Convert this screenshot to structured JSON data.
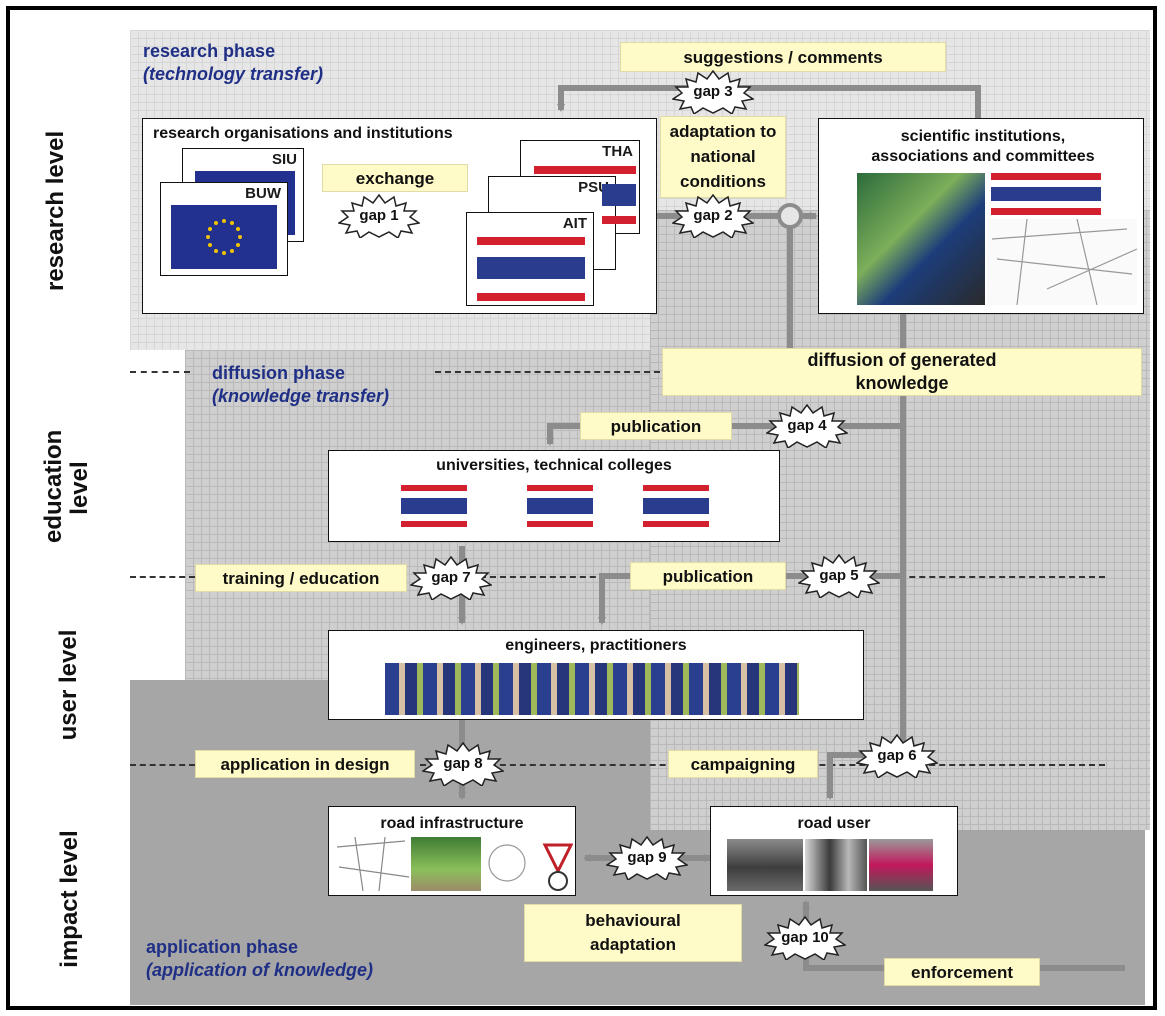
{
  "levels": {
    "research": "research level",
    "education": "education level",
    "user": "user level",
    "impact": "impact level"
  },
  "phases": {
    "research": {
      "title": "research phase",
      "subtitle": "(technology transfer)"
    },
    "diffusion": {
      "title": "diffusion phase",
      "subtitle": "(knowledge transfer)"
    },
    "application": {
      "title": "application phase",
      "subtitle": "(application of knowledge)"
    }
  },
  "boxes": {
    "research_orgs": "research organisations and institutions",
    "scientific": "scientific institutions, associations and committees",
    "universities": "universities, technical colleges",
    "engineers": "engineers, practitioners",
    "road_infrastructure": "road infrastructure",
    "road_user": "road user"
  },
  "cards": {
    "siu": "SIU",
    "buw": "BUW",
    "tha": "THA",
    "psu": "PSU",
    "ait": "AIT"
  },
  "labels": {
    "suggestions": "suggestions / comments",
    "exchange": "exchange",
    "adaptation": "adaptation to national conditions",
    "diffusion": "diffusion of generated knowledge",
    "publication_top": "publication",
    "training": "training / education",
    "publication_mid": "publication",
    "application_design": "application in design",
    "campaigning": "campaigning",
    "behavioural": "behavioural adaptation",
    "enforcement": "enforcement"
  },
  "gaps": {
    "gap1": "gap 1",
    "gap2": "gap 2",
    "gap3": "gap 3",
    "gap4": "gap 4",
    "gap5": "gap 5",
    "gap6": "gap 6",
    "gap7": "gap 7",
    "gap8": "gap 8",
    "gap9": "gap 9",
    "gap10": "gap 10"
  },
  "colors": {
    "phase_text": "#1f2f86",
    "label_fill": "#fffbc8",
    "arrow": "#8c8c8c",
    "eu_blue": "#22318f",
    "thai_red": "#d2202f",
    "thai_blue": "#2a3c8e"
  }
}
